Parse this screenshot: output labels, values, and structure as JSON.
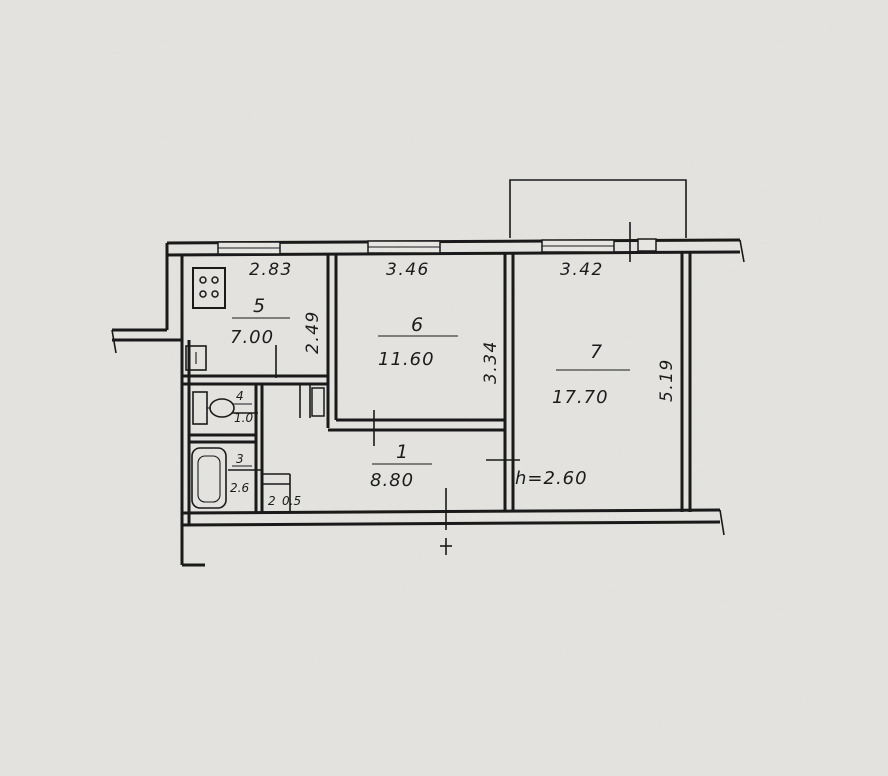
{
  "plan": {
    "rooms": [
      {
        "id": "1",
        "area": "8.80"
      },
      {
        "id": "2",
        "area": "0.5"
      },
      {
        "id": "3",
        "area": "2.6"
      },
      {
        "id": "4",
        "area": "1.0"
      },
      {
        "id": "5",
        "area": "7.00"
      },
      {
        "id": "6",
        "area": "11.60"
      },
      {
        "id": "7",
        "area": "17.70"
      }
    ],
    "dimensions": {
      "kitchen_width": "2.83",
      "kitchen_depth": "2.49",
      "room6_width": "3.46",
      "room6_depth": "3.34",
      "room7_width": "3.42",
      "room7_depth": "5.19"
    },
    "ceiling_height": "h=2.60"
  }
}
